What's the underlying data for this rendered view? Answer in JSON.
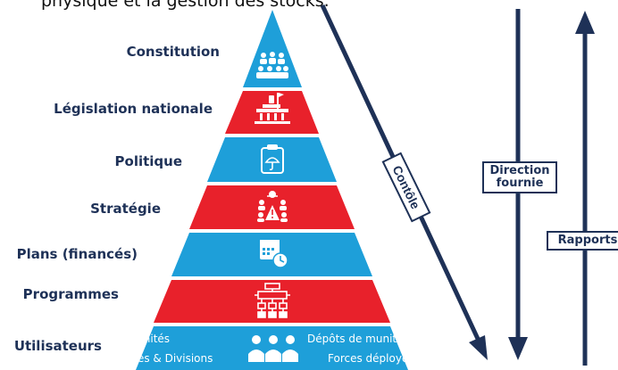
{
  "header_text": "physique et la gestion des stocks.",
  "tiers": [
    {
      "label": "Constitution",
      "icon": "assembly-icon",
      "color": "#1e9fd9"
    },
    {
      "label": "Législation nationale",
      "icon": "parliament-icon",
      "color": "#e8212b"
    },
    {
      "label": "Politique",
      "icon": "clipboard-umbrella-icon",
      "color": "#1e9fd9"
    },
    {
      "label": "Stratégie",
      "icon": "team-warning-icon",
      "color": "#e8212b"
    },
    {
      "label": "Plans (financés)",
      "icon": "calendar-clock-icon",
      "color": "#1e9fd9"
    },
    {
      "label": "Programmes",
      "icon": "flowchart-icon",
      "color": "#e8212b"
    },
    {
      "label": "Utilisateurs",
      "icon": "users-icon",
      "color": "#1e9fd9"
    }
  ],
  "users_base": {
    "left_top": "Unités",
    "left_bottom": "Services & Divisions",
    "right_top": "Dépôts de munitions",
    "right_bottom": "Forces déployées"
  },
  "arrows": {
    "control": "Contôle",
    "direction_line1": "Direction",
    "direction_line2": "fournie",
    "reports": "Rapports"
  },
  "colors": {
    "navy": "#1e3157",
    "blue": "#1e9fd9",
    "red": "#e8212b"
  }
}
